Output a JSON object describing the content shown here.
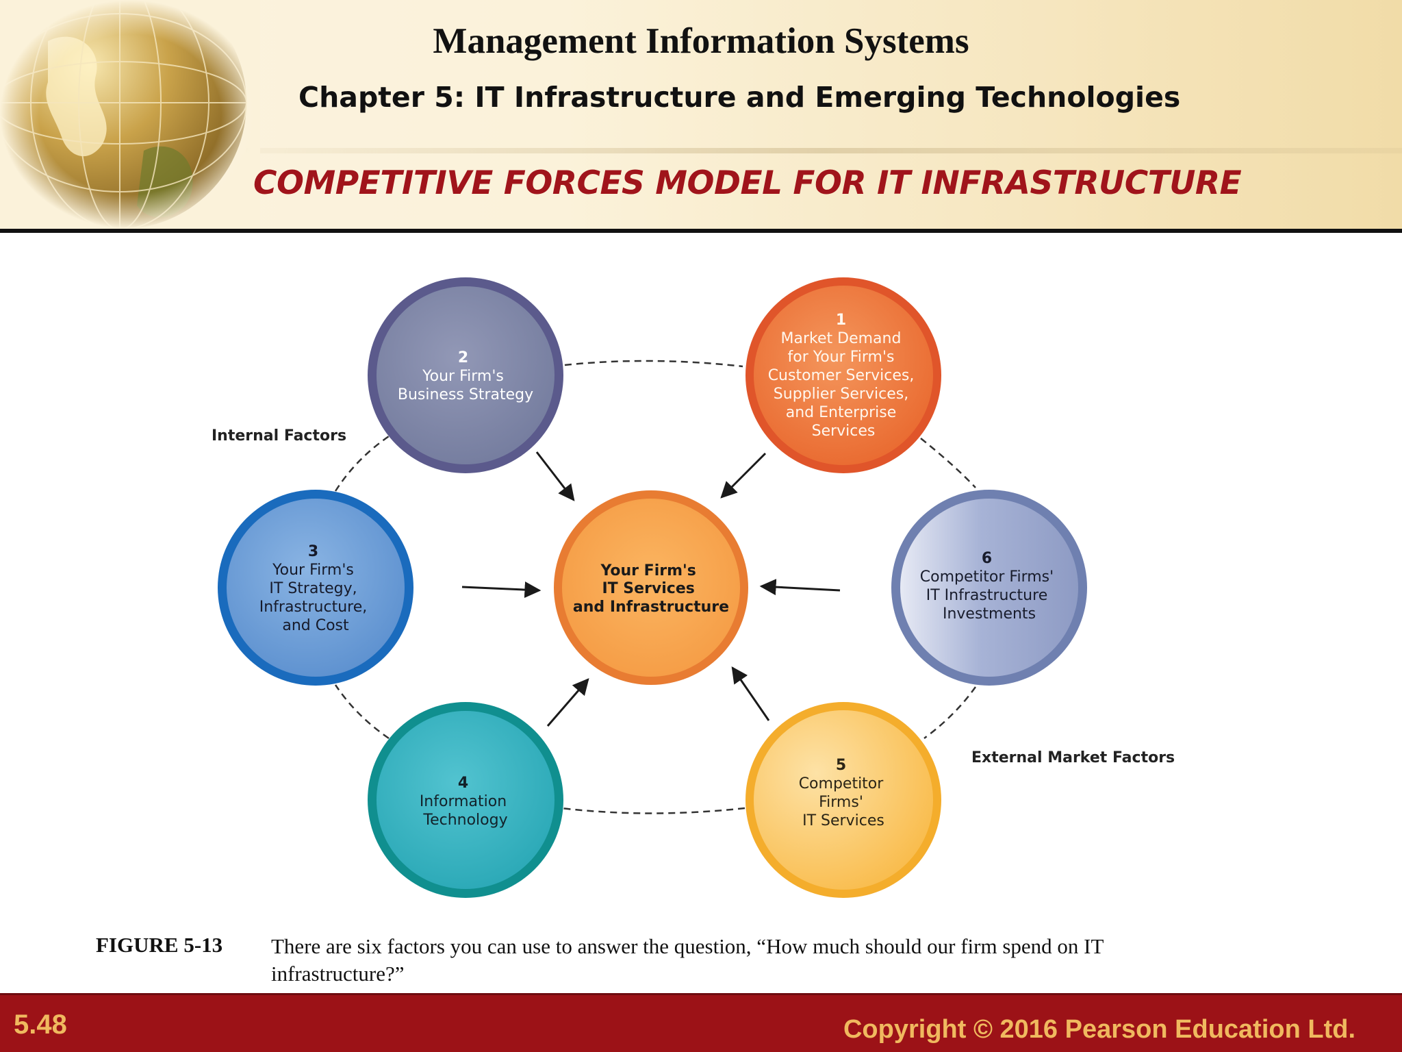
{
  "header": {
    "title": "Management Information Systems",
    "subtitle": "Chapter 5: IT Infrastructure and Emerging Technologies",
    "slide_heading": "COMPETITIVE FORCES MODEL FOR IT INFRASTRUCTURE"
  },
  "diagram": {
    "center": {
      "lines": [
        "Your Firm's",
        "IT Services",
        "and Infrastructure"
      ]
    },
    "nodes": [
      {
        "number": "1",
        "lines": [
          "Market Demand",
          "for Your Firm's",
          "Customer Services,",
          "Supplier Services,",
          "and Enterprise",
          "Services"
        ]
      },
      {
        "number": "2",
        "lines": [
          "Your Firm's",
          "Business Strategy"
        ]
      },
      {
        "number": "3",
        "lines": [
          "Your Firm's",
          "IT Strategy,",
          "Infrastructure,",
          "and Cost"
        ]
      },
      {
        "number": "4",
        "lines": [
          "Information",
          "Technology"
        ]
      },
      {
        "number": "5",
        "lines": [
          "Competitor",
          "Firms'",
          "IT Services"
        ]
      },
      {
        "number": "6",
        "lines": [
          "Competitor Firms'",
          "IT Infrastructure",
          "Investments"
        ]
      }
    ],
    "internal_label": "Internal Factors",
    "external_label": "External Market Factors",
    "colors": {
      "center": "#f5a04a",
      "node1": "#ee7a3c",
      "node2": "#7f86a8",
      "node3": "#6e9fd6",
      "node4": "#3ab5c3",
      "node5": "#fbc868",
      "node6": "#9aa8cc"
    }
  },
  "caption": {
    "label": "FIGURE 5-13",
    "text": "There are six factors you can use to answer the question, “How much should our firm spend on IT infrastructure?”"
  },
  "footer": {
    "page": "5.48",
    "copyright": "Copyright © 2016 Pearson Education Ltd."
  }
}
